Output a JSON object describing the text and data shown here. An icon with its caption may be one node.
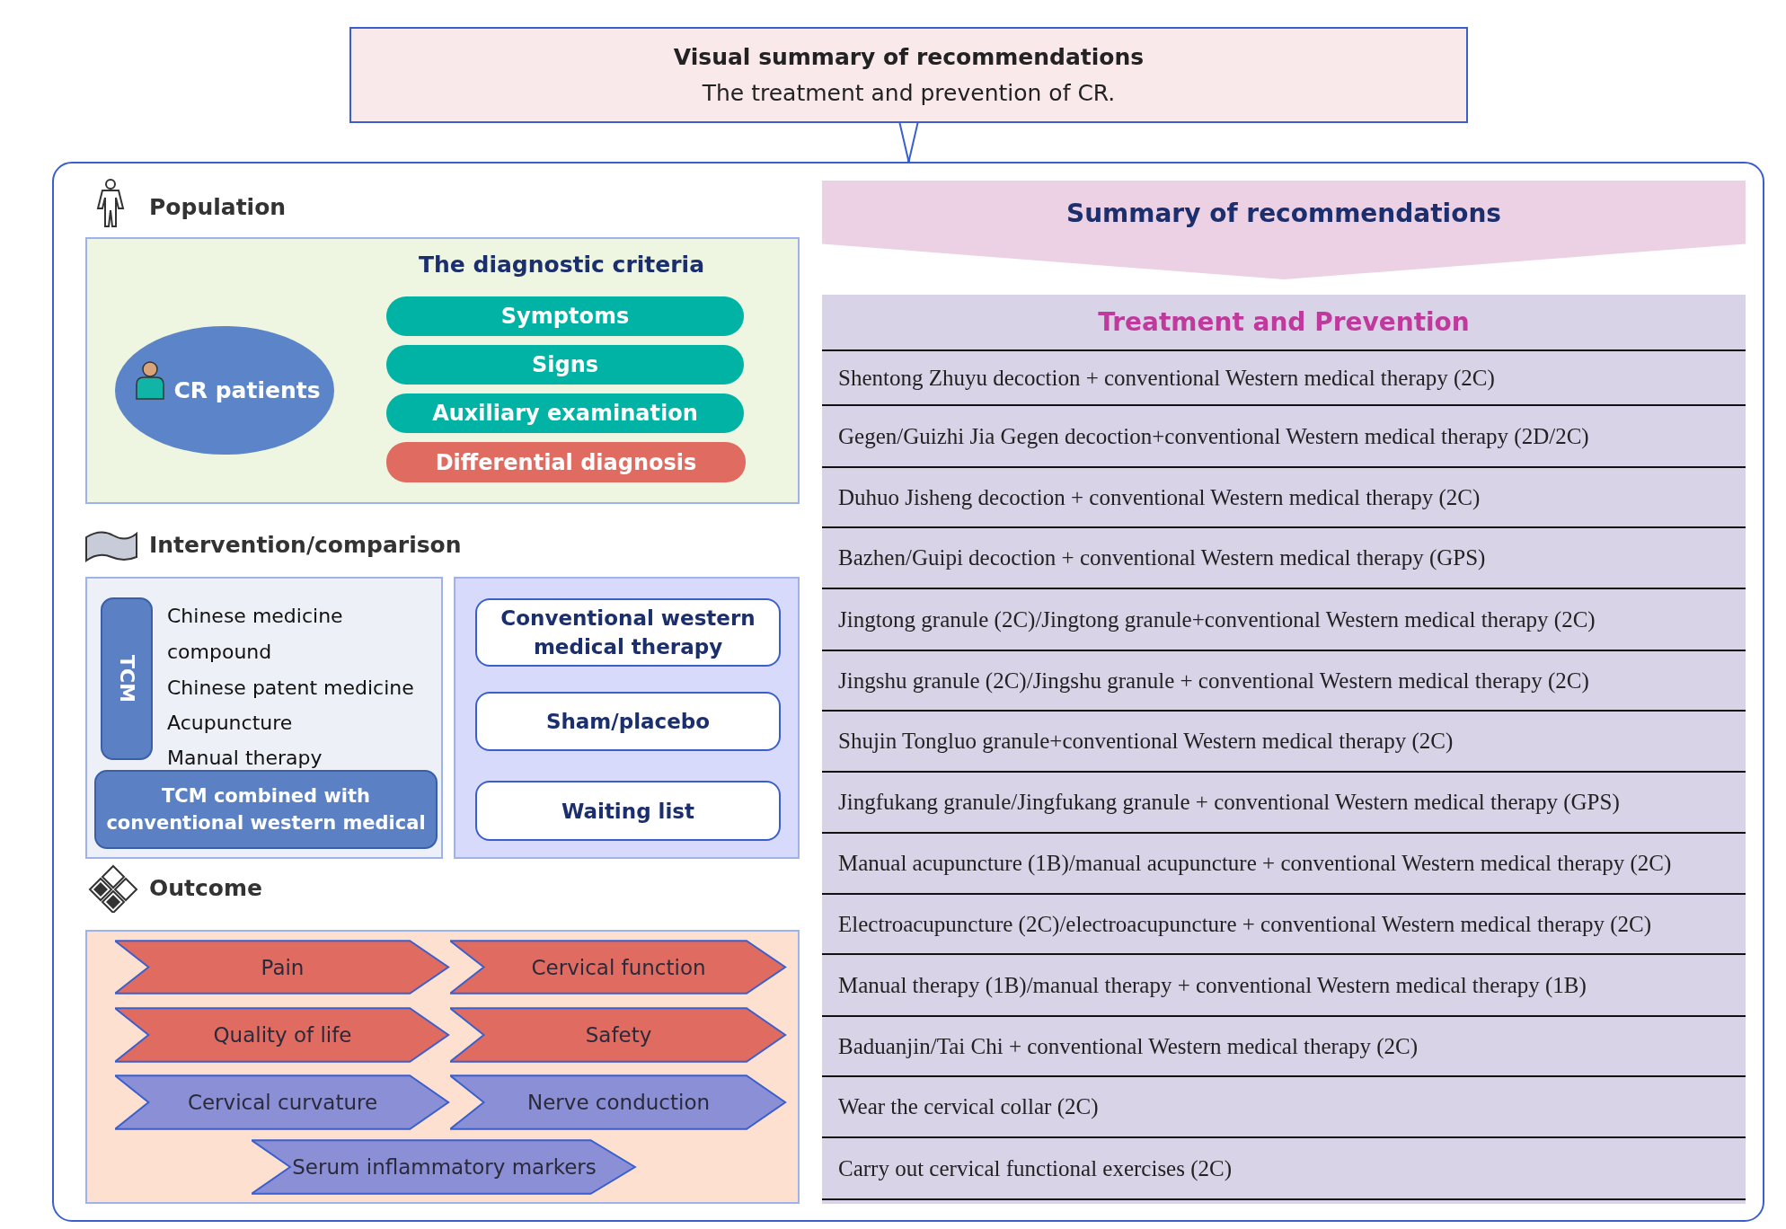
{
  "diagram": {
    "nodes": [
      {
        "text": [
          "Visual summary of recommendations",
          "The treatment and prevention of CR."
        ]
      },
      {
        "text": [],
        "shape": "box"
      },
      {
        "text": [],
        "shape": "box",
        "in": 1
      },
      {
        "text": [
          "CR patients"
        ],
        "in": 2
      },
      {
        "text": [
          "Symptoms"
        ],
        "in": 2
      },
      {
        "text": [
          "Signs"
        ],
        "in": 2
      },
      {
        "text": [
          "Auxiliary examination"
        ],
        "in": 2
      },
      {
        "text": [
          "Differential diagnosis"
        ],
        "in": 2
      },
      {
        "text": [
          "Chinese medicine compound",
          "Chinese patent medicine",
          "Acupuncture",
          "Manual therapy"
        ],
        "in": 1
      },
      {
        "text": [
          "TCM"
        ],
        "in": 8
      },
      {
        "text": [
          "TCM combined with conventional western medical"
        ],
        "in": 8
      },
      {
        "text": [],
        "shape": "box",
        "in": 1
      },
      {
        "text": [
          "Conventional western medical therapy"
        ],
        "in": 11
      },
      {
        "text": [
          "Sham/placebo"
        ],
        "in": 11
      },
      {
        "text": [
          "Waiting list"
        ],
        "in": 11
      },
      {
        "text": [],
        "shape": "box",
        "in": 1
      },
      {
        "text": [
          "Pain"
        ],
        "in": 15
      },
      {
        "text": [
          "Cervical function"
        ],
        "in": 15
      },
      {
        "text": [
          "Quality of life"
        ],
        "in": 15
      },
      {
        "text": [
          "Safety"
        ],
        "in": 15
      },
      {
        "text": [
          "Cervical curvature"
        ],
        "in": 15
      },
      {
        "text": [
          "Nerve conduction"
        ],
        "in": 15
      },
      {
        "text": [
          "Serum inflammatory markers"
        ],
        "in": 15
      },
      {
        "text": [
          "Summary of recommendations"
        ],
        "in": 1
      },
      {
        "text": [
          "Treatment and Prevention"
        ],
        "in": 1
      }
    ],
    "edges": [
      {
        "from": 0,
        "to": 1,
        "arrow": "to"
      }
    ],
    "labels": [
      "Population",
      "The diagnostic criteria",
      "Intervention/comparison",
      "Outcome",
      "Shentong Zhuyu decoction + conventional Western medical therapy (2C)",
      "Gegen/Guizhi Jia Gegen decoction+conventional Western medical therapy (2D/2C)",
      "Duhuo Jisheng decoction + conventional Western medical therapy (2C)",
      "Bazhen/Guipi decoction + conventional Western medical therapy (GPS)",
      "Jingtong granule (2C)/Jingtong granule+conventional Western medical therapy (2C)",
      "Jingshu granule (2C)/Jingshu granule + conventional Western medical therapy (2C)",
      "Shujin Tongluo granule+conventional Western medical therapy (2C)",
      "Jingfukang granule/Jingfukang granule + conventional Western medical therapy (GPS)",
      "Manual acupuncture (1B)/manual acupuncture + conventional Western medical therapy (2C)",
      "Electroacupuncture (2C)/electroacupuncture + conventional Western medical therapy (2C)",
      "Manual therapy (1B)/manual therapy + conventional Western medical therapy (1B)",
      "Baduanjin/Tai Chi + conventional Western medical therapy (2C)",
      "Wear the cervical collar (2C)",
      "Carry out cervical functional exercises (2C)"
    ]
  }
}
